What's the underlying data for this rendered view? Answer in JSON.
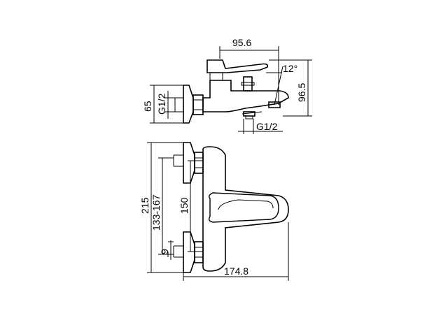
{
  "dimensions": {
    "top_width": "95.6",
    "angle": "12°",
    "side_height": "96.5",
    "wall_offset": "65",
    "inlet_thread": "G1/2",
    "outlet_thread": "G1/2",
    "overall_height": "215",
    "connection_range": "133-167",
    "center_distance": "150",
    "eccentric_offset": "9",
    "overall_depth": "174.8"
  },
  "colors": {
    "line": "#000000",
    "background": "#ffffff"
  }
}
